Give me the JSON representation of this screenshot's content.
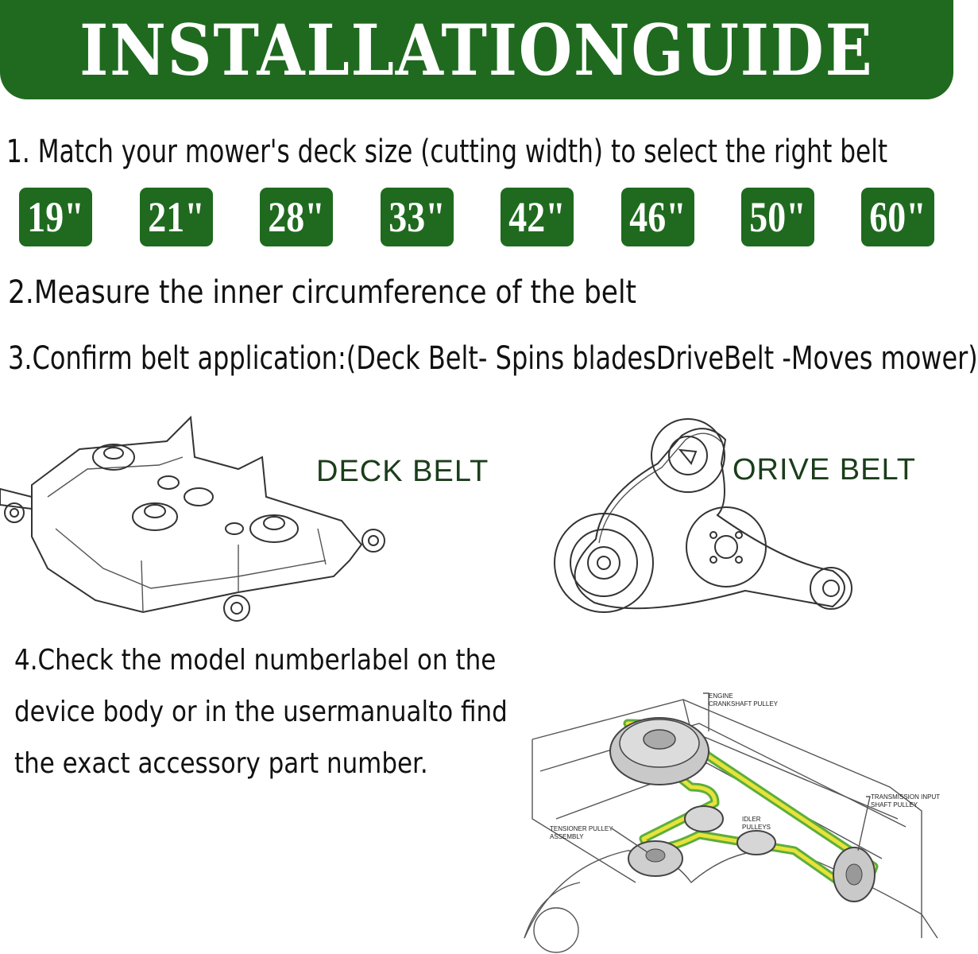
{
  "header": {
    "title": "INSTALLATIONGUIDE"
  },
  "steps": {
    "step1": "1. Match your mower's deck size (cutting width) to select the right belt",
    "step2": "2.Measure the inner circumference of the belt",
    "step3": "3.Confirm belt application:(Deck Belt- Spins bladesDriveBelt -Moves mower)",
    "step4_lines": [
      "4.Check the model numberlabel on the",
      "device body or in the usermanualto find",
      "the exact accessory part number."
    ]
  },
  "deck_sizes": [
    "19\"",
    "21\"",
    "28\"",
    "33\"",
    "42\"",
    "46\"",
    "50\"",
    "60\""
  ],
  "labels": {
    "deck_belt": "DECK BELT",
    "drive_belt": "ORIVE BELT"
  },
  "diagram_labels": {
    "engine": "ENGINE",
    "crankshaft": "CRANKSHAFT PULLEY",
    "transmission1": "TRANSMISSION INPUT",
    "transmission2": "SHAFT PULLEY",
    "idler1": "IDLER",
    "idler2": "PULLEYS",
    "tensioner1": "TENSIONER PULLEY",
    "tensioner2": "ASSEMBLY"
  },
  "colors": {
    "brand_green": "#1f6a1f",
    "belt_yellow": "#e8e23a",
    "belt_green": "#5cae3c"
  },
  "icons": [
    "deck-illustration",
    "drive-belt-illustration",
    "mower-belt-routing-diagram"
  ]
}
